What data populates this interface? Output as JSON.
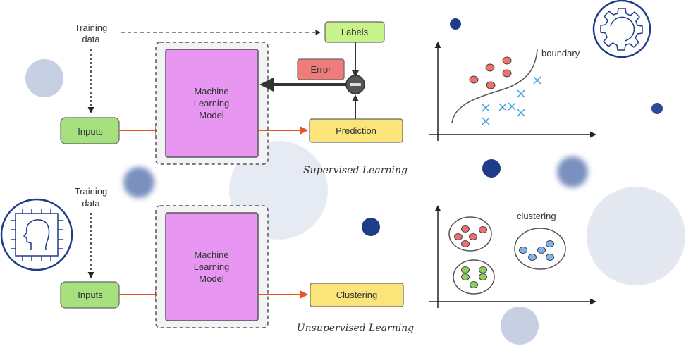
{
  "supervised": {
    "training_data_line1": "Training",
    "training_data_line2": "data",
    "inputs": "Inputs",
    "model_line1": "Machine",
    "model_line2": "Learning",
    "model_line3": "Model",
    "labels": "Labels",
    "error": "Error",
    "prediction": "Prediction",
    "caption": "Supervised Learning",
    "plot_label": "boundary"
  },
  "unsupervised": {
    "training_data_line1": "Training",
    "training_data_line2": "data",
    "inputs": "Inputs",
    "model_line1": "Machine",
    "model_line2": "Learning",
    "model_line3": "Model",
    "output": "Clustering",
    "caption": "Unsupervised Learning",
    "plot_label": "clustering"
  },
  "colors": {
    "inputs_fill": "#a6e07f",
    "model_fill": "#e796f2",
    "labels_fill": "#c8f28a",
    "error_fill": "#f07b7b",
    "prediction_fill": "#fbe57a",
    "arrow_orange": "#e8531f",
    "accent_navy": "#1e3c88",
    "light_circle": "#c7d0e3"
  },
  "icons": {
    "gear": "gear-icon",
    "ai_head_chip": "ai-head-chip-icon",
    "minus": "minus-icon"
  }
}
